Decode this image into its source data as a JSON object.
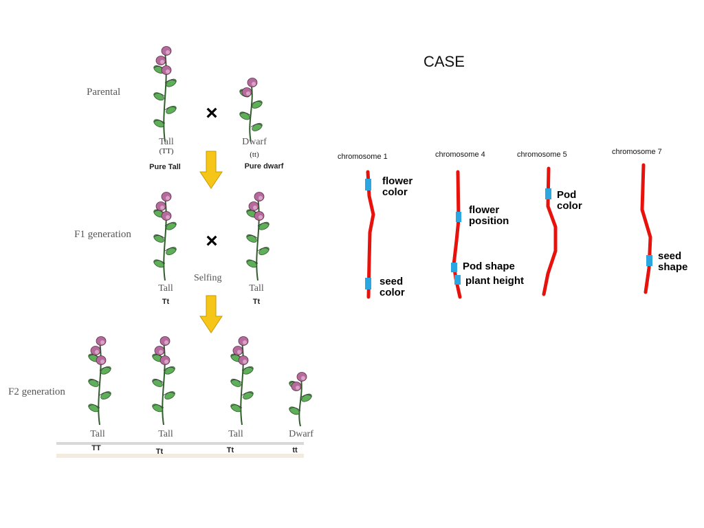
{
  "title": "CASE",
  "cross_diagram": {
    "generations": [
      {
        "label": "Parental"
      },
      {
        "label": "F1 generation"
      },
      {
        "label": "F2 generation"
      }
    ],
    "parental": [
      {
        "phenotype": "Tall",
        "alleles": "(TT)",
        "note": "Pure Tall"
      },
      {
        "phenotype": "Dwarf",
        "alleles": "(tt)",
        "note": "Pure dwarf"
      }
    ],
    "f1": [
      {
        "phenotype": "Tall",
        "genotype": "Tt"
      },
      {
        "phenotype": "Tall",
        "genotype": "Tt"
      }
    ],
    "selfing_label": "Selfing",
    "f2": [
      {
        "phenotype": "Tall",
        "genotype": "TT"
      },
      {
        "phenotype": "Tall",
        "genotype": "Tt"
      },
      {
        "phenotype": "Tall",
        "genotype": "Tt"
      },
      {
        "phenotype": "Dwarf",
        "genotype": "tt"
      }
    ],
    "cross_symbol": "×"
  },
  "chromosomes": [
    {
      "name": "chromosome 1",
      "genes": [
        "flower color",
        "seed color"
      ]
    },
    {
      "name": "chromosome 4",
      "genes": [
        "flower position",
        "Pod shape",
        "plant height"
      ]
    },
    {
      "name": "chromosome 5",
      "genes": [
        "Pod color"
      ]
    },
    {
      "name": "chromosome 7",
      "genes": [
        "seed shape"
      ]
    }
  ],
  "colors": {
    "chromosome": "#e8120c",
    "gene_marker": "#2aa7e0",
    "arrow": "#f5c518",
    "flower": "#b46a9a",
    "leaf": "#5fae5a"
  }
}
